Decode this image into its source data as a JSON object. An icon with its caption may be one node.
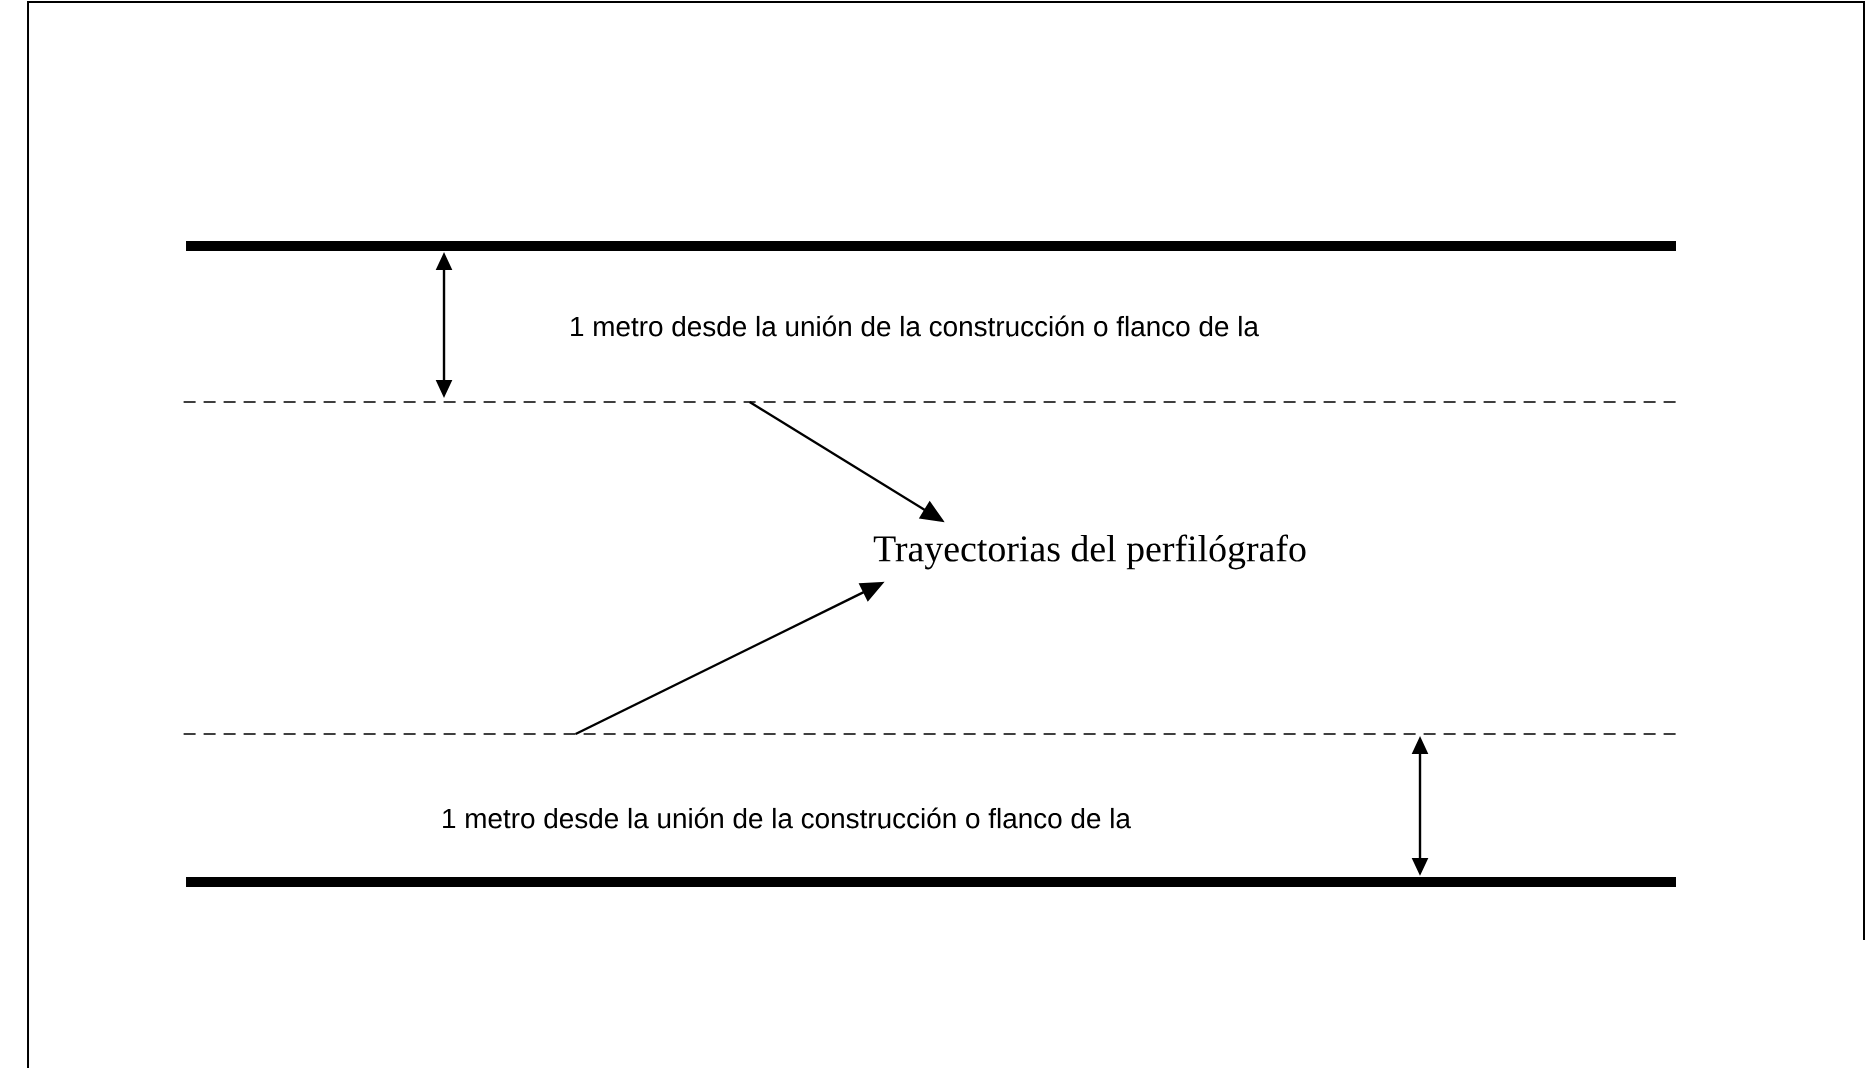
{
  "diagram": {
    "nodes": [
      {
        "text": [],
        "shape": "line"
      },
      {
        "text": [
          "Trayectorias del perfilógrafo"
        ]
      },
      {
        "text": [],
        "shape": "line"
      }
    ],
    "edges": [
      {
        "from": 0,
        "to": 1,
        "arrow": "to"
      },
      {
        "from": 2,
        "to": 1,
        "arrow": "to"
      }
    ],
    "labels": [
      "1 metro desde la unión de la construcción o flanco de la",
      "1 metro desde la unión de la construcción o flanco de la"
    ]
  }
}
